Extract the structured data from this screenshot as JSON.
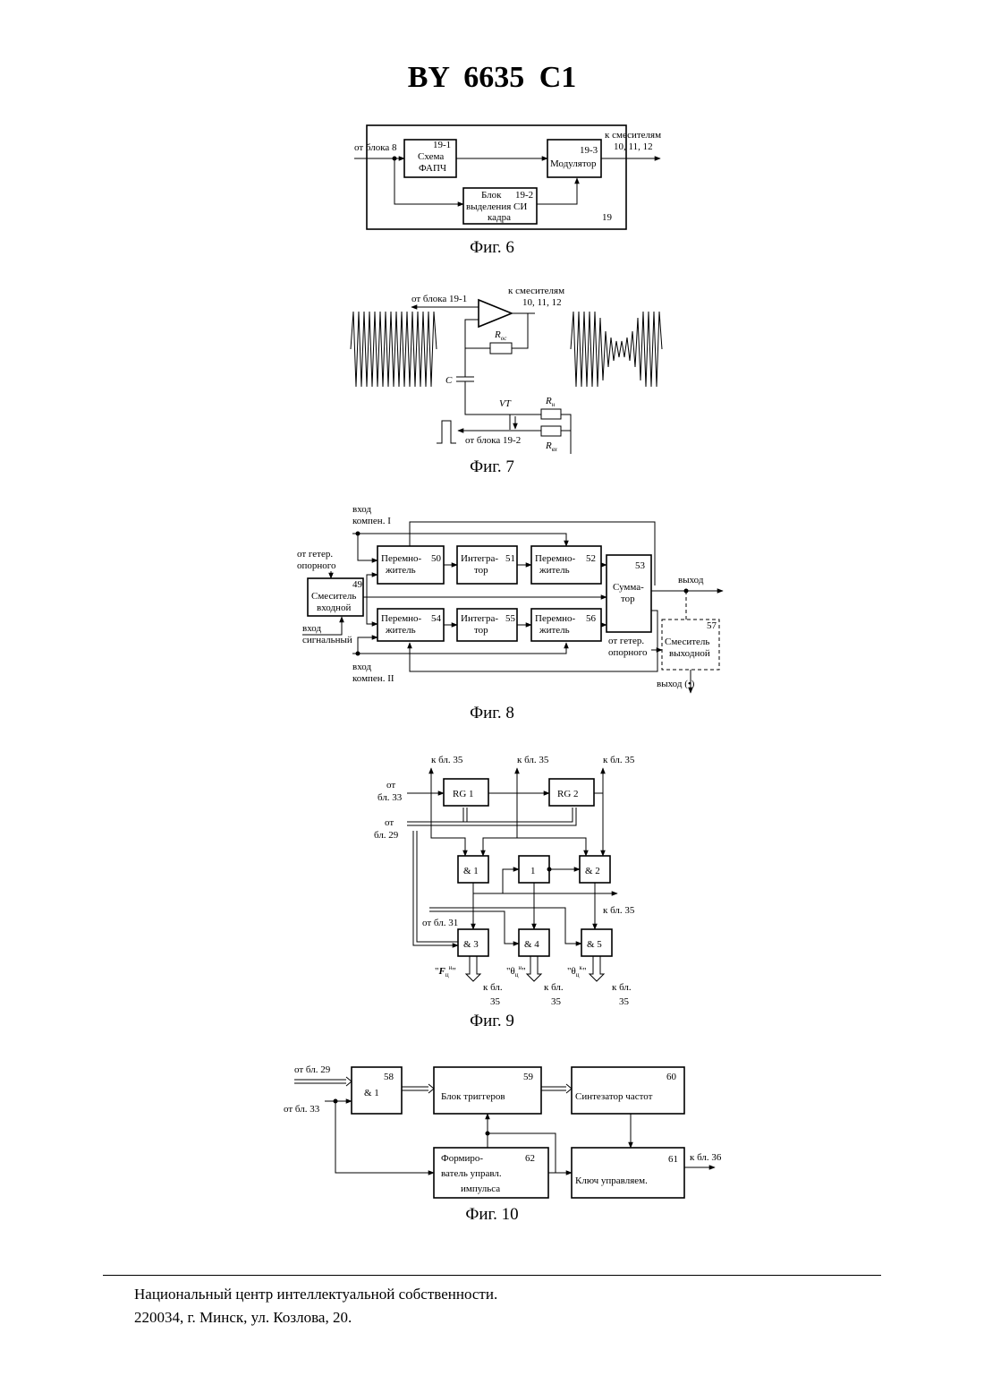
{
  "document": {
    "title": "BY 6635 C1"
  },
  "fig6": {
    "caption": "Фиг. 6",
    "in_label": "от блока 8",
    "out_label_1": "к смесителям",
    "out_label_2": "10, 11, 12",
    "frame_number": "19",
    "block_pll": {
      "number": "19-1",
      "line1": "Схема",
      "line2": "ФАПЧ"
    },
    "block_mod": {
      "number": "19-3",
      "label": "Модулятор"
    },
    "block_sync": {
      "number": "19-2",
      "line1": "Блок",
      "line2": "выделения СИ",
      "line3": "кадра"
    }
  },
  "fig7": {
    "caption": "Фиг. 7",
    "in_label": "от блока 19-1",
    "out_label_1": "к смесителям",
    "out_label_2": "10, 11, 12",
    "r_feedback": "R",
    "r_feedback_sub": "ос",
    "capacitor": "C",
    "transistor": "VT",
    "r_load": "R",
    "r_load_sub": "н",
    "r_input": "R",
    "r_input_sub": "вх",
    "ctrl_label": "от блока 19-2"
  },
  "fig8": {
    "caption": "Фиг. 8",
    "in_comp1_1": "вход",
    "in_comp1_2": "компен. I",
    "ref_1": "от гетер.",
    "ref_2": "опорного",
    "mixer_in": {
      "number": "49",
      "line1": "Смеситель",
      "line2": "входной"
    },
    "sig_1": "вход",
    "sig_2": "сигнальный",
    "mult_50": {
      "line1": "Перемно-",
      "number": "50",
      "line2": "житель"
    },
    "integ_51": {
      "line1": "Интегра-",
      "number": "51",
      "line2": "тор"
    },
    "mult_52": {
      "line1": "Перемно-",
      "number": "52",
      "line2": "житель"
    },
    "sum_53": {
      "number": "53",
      "line1": "Сумма-",
      "line2": "тор"
    },
    "mult_54": {
      "line1": "Перемно-",
      "number": "54",
      "line2": "житель"
    },
    "integ_55": {
      "line1": "Интегра-",
      "number": "55",
      "line2": "тор"
    },
    "mult_56": {
      "line1": "Перемно-",
      "number": "56",
      "line2": "житель"
    },
    "mixer_out": {
      "number": "57",
      "line1": "Смеситель",
      "line2": "выходной"
    },
    "out_label": "выход",
    "ref2_1": "от гетер.",
    "ref2_2": "опорного",
    "in_comp2_1": "вход",
    "in_comp2_2": "компен. II",
    "out2_label": "выход",
    "out2_note": "(•)"
  },
  "fig9": {
    "caption": "Фиг. 9",
    "to35_a": "к бл. 35",
    "to35_b": "к бл. 35",
    "to35_c": "к бл. 35",
    "from33_1": "от",
    "from33_2": "бл. 33",
    "from29_1": "от",
    "from29_2": "бл. 29",
    "rg1": "RG 1",
    "rg2": "RG 2",
    "and1": "& 1",
    "not1": "1",
    "and2": "& 2",
    "to35_d": "к бл. 35",
    "from31": "от бл. 31",
    "and3": "& 3",
    "and4": "& 4",
    "and5": "& 5",
    "sig3_q1": "\"",
    "sig3_main": "F",
    "sig3_sub": "ц",
    "sig3_sup": "н",
    "sig3_q2": "\"",
    "sig4_q1": "\"",
    "sig4_main": "θ",
    "sig4_sub": "ц",
    "sig4_sup": "н",
    "sig4_q2": "\"",
    "sig5_q1": "\"",
    "sig5_main": "θ",
    "sig5_sub": "ц",
    "sig5_sup": "к",
    "sig5_q2": "\"",
    "kbl_a": "к бл.",
    "n35_a": "35",
    "kbl_b": "к бл.",
    "n35_b": "35",
    "kbl_c": "к бл.",
    "n35_c": "35"
  },
  "fig10": {
    "caption": "Фиг. 10",
    "from29": "от бл. 29",
    "from33": "от бл. 33",
    "and_58": {
      "number": "58",
      "label": "& 1"
    },
    "trig_59": {
      "number": "59",
      "label": "Блок триггеров"
    },
    "synth_60": {
      "number": "60",
      "label": "Синтезатор частот"
    },
    "former_62": {
      "line1": "Формиро-",
      "number": "62",
      "line2": "ватель управл.",
      "line3": "импульса"
    },
    "key_61": {
      "number": "61",
      "label": "Ключ управляем."
    },
    "to36": "к бл. 36"
  },
  "footer": {
    "line1": "Национальный центр интеллектуальной собственности.",
    "line2": "220034, г. Минск, ул. Козлова, 20."
  }
}
